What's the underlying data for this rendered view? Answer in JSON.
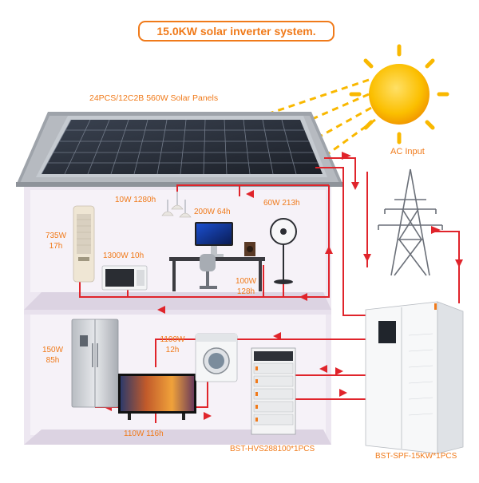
{
  "title": "15.0KW solar inverter system.",
  "panels_label": "24PCS/12C2B 560W Solar Panels",
  "ac_input_label": "AC Input",
  "loads": [
    {
      "id": "ceiling-light",
      "power": "10W 1280h"
    },
    {
      "id": "computer",
      "power": "200W 64h"
    },
    {
      "id": "fan",
      "power": "60W 213h"
    },
    {
      "id": "tower-ac",
      "power": "735W",
      "hours": "17h"
    },
    {
      "id": "microwave",
      "power": "1300W 10h"
    },
    {
      "id": "printer",
      "power": "100W",
      "hours": "128h"
    },
    {
      "id": "washing-machine",
      "power": "1100W",
      "hours": "12h"
    },
    {
      "id": "refrigerator",
      "power": "150W",
      "hours": "85h"
    },
    {
      "id": "television",
      "power": "110W 116h"
    }
  ],
  "battery_label": "BST-HVS288100*1PCS",
  "inverter_label": "BST-SPF-15KW*1PCS",
  "colors": {
    "accent": "#f07a1a",
    "wire": "#e0242b",
    "house_wall": "#ede7f1",
    "sun": "#f9b800"
  }
}
